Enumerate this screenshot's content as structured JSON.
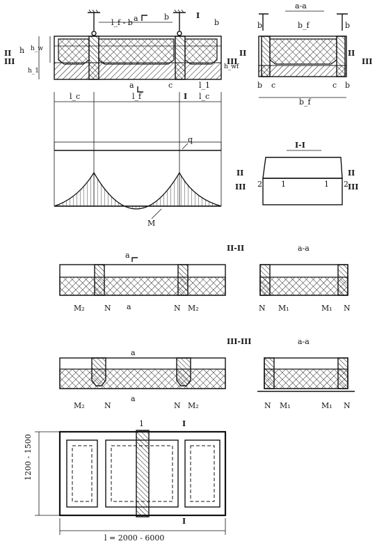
{
  "section_labels": {
    "a_a_top": "a-a",
    "i_i": "I-I",
    "ii_ii": "II-II",
    "a_a_mid": "a-a",
    "iii_iii": "III-III",
    "a_a_low": "a-a"
  },
  "dimensions": {
    "lf_minus_b": "l_f - b",
    "b": "b",
    "bf": "b_f",
    "h": "h",
    "hw": "h_w",
    "h1": "h_1",
    "hwf": "h_wf",
    "c": "c",
    "lc": "l_c",
    "lf": "l_f",
    "l1": "l_1",
    "q": "q",
    "M": "M",
    "length": "l = 2000 - 6000",
    "height": "1200 - 1500",
    "one": "1",
    "two": "2"
  },
  "markers": {
    "a": "a",
    "I": "I",
    "II": "II",
    "III": "III"
  },
  "forces": {
    "M1": "M₁",
    "M2": "M₂",
    "N": "N"
  }
}
